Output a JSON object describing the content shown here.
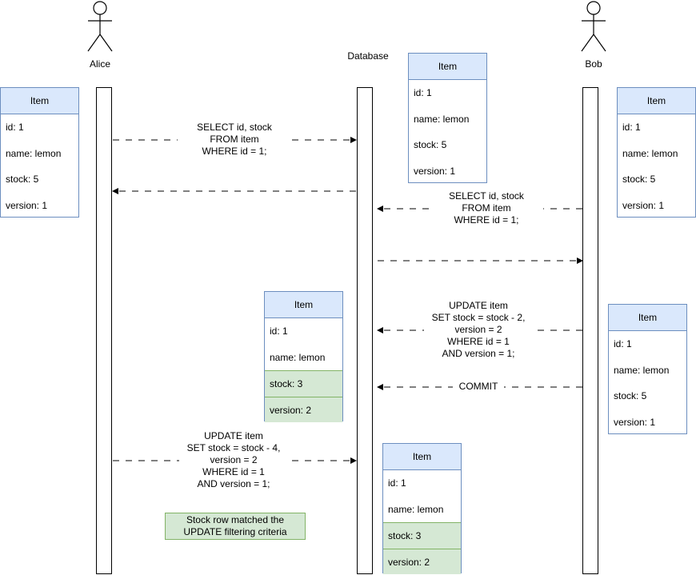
{
  "actors": {
    "alice": "Alice",
    "database": "Database",
    "bob": "Bob"
  },
  "cards": {
    "alice_item": {
      "title": "Item",
      "rows": [
        "id: 1",
        "name: lemon",
        "stock: 5",
        "version: 1"
      ]
    },
    "db_item_initial": {
      "title": "Item",
      "rows": [
        "id: 1",
        "name: lemon",
        "stock: 5",
        "version: 1"
      ]
    },
    "bob_item_initial": {
      "title": "Item",
      "rows": [
        "id: 1",
        "name: lemon",
        "stock: 5",
        "version: 1"
      ]
    },
    "db_item_after_bob": {
      "title": "Item",
      "rows": [
        "id: 1",
        "name: lemon",
        "stock: 3",
        "version: 2"
      ]
    },
    "bob_item_later": {
      "title": "Item",
      "rows": [
        "id: 1",
        "name: lemon",
        "stock: 5",
        "version: 1"
      ]
    },
    "db_item_final": {
      "title": "Item",
      "rows": [
        "id: 1",
        "name: lemon",
        "stock: 3",
        "version: 2"
      ]
    }
  },
  "messages": {
    "alice_select": [
      "SELECT id, stock",
      "FROM item",
      "WHERE id = 1;"
    ],
    "bob_select": [
      "SELECT id, stock",
      "FROM item",
      "WHERE id = 1;"
    ],
    "bob_update": [
      "UPDATE item",
      "SET stock = stock - 2,",
      "version = 2",
      "WHERE id = 1",
      "AND version = 1;"
    ],
    "bob_commit": "COMMIT",
    "alice_update": [
      "UPDATE item",
      "SET stock = stock - 4,",
      "version = 2",
      "WHERE id = 1",
      "AND version = 1;"
    ]
  },
  "note": [
    "Stock row matched the",
    "UPDATE filtering criteria"
  ],
  "colors": {
    "card_header": "#dae8fc",
    "card_border": "#6c8ebf",
    "highlight_fill": "#d5e8d4",
    "highlight_border": "#82b366"
  }
}
